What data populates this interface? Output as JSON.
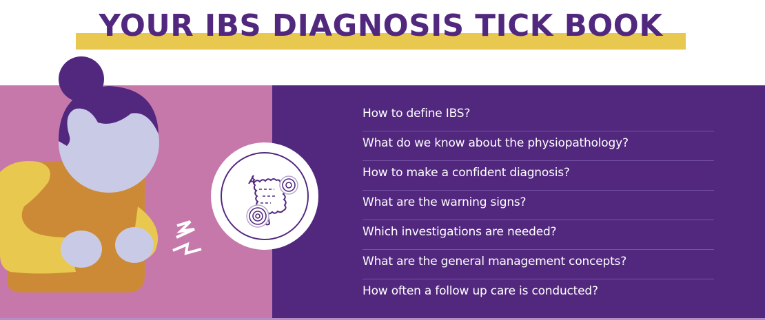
{
  "header": {
    "title": "YOUR IBS DIAGNOSIS TICK BOOK"
  },
  "colors": {
    "title_text": "#52287f",
    "title_highlight": "#e8c84e",
    "left_panel": "#c778aa",
    "right_panel": "#52287f",
    "hair": "#52287f",
    "skin": "#c9cbe6",
    "sweater": "#cd8a36",
    "sleeve": "#e8c84e",
    "badge": "#ffffff",
    "divider": "#7652a4"
  },
  "illustration": {
    "figure_icon": "person-with-stomach-pain",
    "pain_icon": "lightning-bolts",
    "badge_icon": "intestine-icon"
  },
  "questions": [
    {
      "label": "How to define IBS?"
    },
    {
      "label": "What do we know about the physiopathology?"
    },
    {
      "label": "How to make a confident diagnosis?"
    },
    {
      "label": "What are the warning signs?"
    },
    {
      "label": "Which investigations are needed?"
    },
    {
      "label": "What are the general management concepts?"
    },
    {
      "label": "How often a follow up care is conducted?"
    }
  ]
}
